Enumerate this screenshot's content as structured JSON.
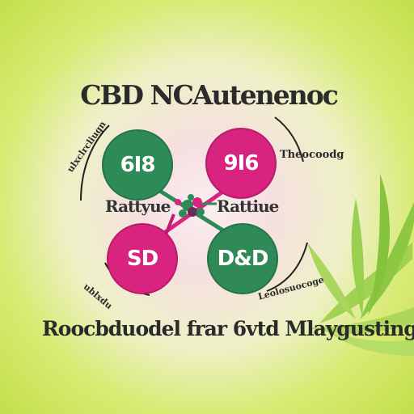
{
  "diagram": {
    "title": "CBD NCAutenenoc",
    "caption": "Roocbduodel frar 6vtd Mlaygusting",
    "nodes": [
      {
        "label": "6I8",
        "color": "#2e8a57"
      },
      {
        "label": "9I6",
        "color": "#d8247f"
      },
      {
        "label": "SD",
        "color": "#d8247f"
      },
      {
        "label": "D&D",
        "color": "#2f8a58"
      }
    ],
    "side_labels": {
      "left_row": "Rattyue",
      "right_row": "Rattiue",
      "right_top": "Theocoodg",
      "right_bottom": "Leolosuocoge",
      "left_top": "ulxclrcliugn",
      "left_bottom": "ublxdu"
    },
    "colors": {
      "green": "#2e8a57",
      "pink": "#d8247f",
      "background_outer": "#c3e04a",
      "background_inner": "#fbeef0",
      "leaf": "#8dcc3a"
    }
  }
}
